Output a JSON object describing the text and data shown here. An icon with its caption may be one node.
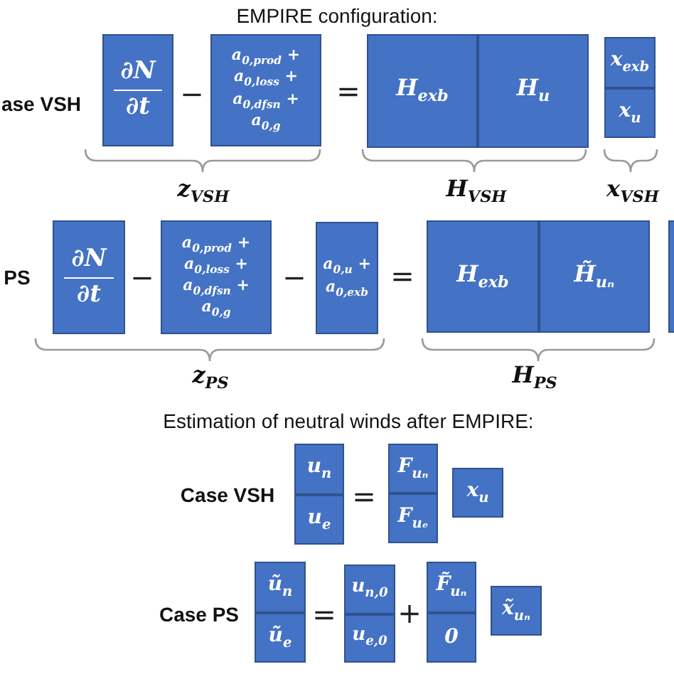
{
  "diagram": {
    "nodes": [
      {
        "text": [
          "∂N",
          "∂t"
        ]
      },
      {
        "text": [
          "a$_{0,prod}$ +",
          "a$_{0,loss}$ +",
          "a$_{0,dfsn}$ +",
          "a$_{0,g}$"
        ]
      },
      {
        "text": [
          "H$_{exb}$"
        ]
      },
      {
        "text": [
          "H$_{u}$"
        ]
      },
      {
        "text": [
          "x$_{exb}$"
        ]
      },
      {
        "text": [
          "x$_{u}$"
        ]
      },
      {
        "text": [
          "∂N",
          "∂t"
        ]
      },
      {
        "text": [
          "a$_{0,prod}$ +",
          "a$_{0,loss}$ +",
          "a$_{0,dfsn}$ +",
          "a$_{0,g}$"
        ]
      },
      {
        "text": [
          "a$_{0,u}$ +",
          "a$_{0,exb}$"
        ]
      },
      {
        "text": [
          "H$_{exb}$"
        ]
      },
      {
        "text": [
          "H̃$_{uₙ}$"
        ]
      },
      {
        "text": [],
        "shape": "box"
      },
      {
        "text": [
          "u$_{n}$"
        ]
      },
      {
        "text": [
          "u$_{e}$"
        ]
      },
      {
        "text": [
          "F$_{uₙ}$"
        ]
      },
      {
        "text": [
          "F$_{uₑ}$"
        ]
      },
      {
        "text": [
          "x$_{u}$"
        ]
      },
      {
        "text": [
          "ũ$_{n}$"
        ]
      },
      {
        "text": [
          "ũ$_{e}$"
        ]
      },
      {
        "text": [
          "u$_{n,0}$"
        ]
      },
      {
        "text": [
          "u$_{e,0}$"
        ]
      },
      {
        "text": [
          "F̃$_{uₙ}$"
        ]
      },
      {
        "text": [
          "0"
        ]
      },
      {
        "text": [
          "x̃$_{uₙ}$"
        ]
      }
    ],
    "labels": [
      "EMPIRE configuration:",
      "ase VSH",
      "−",
      "=",
      "z$_{VSH}$",
      "H$_{VSH}$",
      "x$_{VSH}$",
      "PS",
      "−",
      "−",
      "=",
      "z$_{PS}$",
      "H$_{PS}$",
      "Estimation of neutral winds after EMPIRE:",
      "Case VSH",
      "=",
      "Case PS",
      "=",
      "+"
    ]
  }
}
